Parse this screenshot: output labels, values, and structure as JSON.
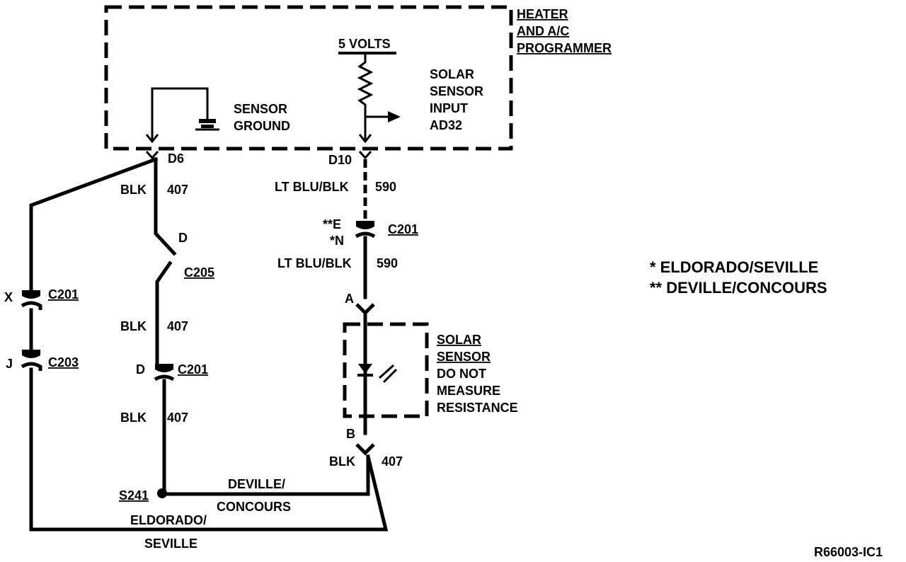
{
  "programmer": {
    "title_line1": "HEATER",
    "title_line2": "AND A/C",
    "title_line3": "PROGRAMMER",
    "supply": "5 VOLTS",
    "sensor_ground_line1": "SENSOR",
    "sensor_ground_line2": "GROUND",
    "input_line1": "SOLAR",
    "input_line2": "SENSOR",
    "input_line3": "INPUT",
    "input_line4": "AD32"
  },
  "pins": {
    "d6": "D6",
    "d10": "D10"
  },
  "wires": {
    "blk_color": "BLK",
    "blk_circuit": "407",
    "ltblu_color": "LT BLU/BLK",
    "ltblu_circuit": "590"
  },
  "connectors": {
    "c201": "C201",
    "c203": "C203",
    "c205": "C205",
    "pin_x": "X",
    "pin_j": "J",
    "pin_d_top": "D",
    "pin_d_c201": "D",
    "pin_e": "**E",
    "pin_n": "*N",
    "pin_a": "A",
    "pin_b": "B"
  },
  "solar_sensor": {
    "line1": "SOLAR",
    "line2": "SENSOR",
    "line3": "DO NOT",
    "line4": "MEASURE",
    "line5": "RESISTANCE"
  },
  "splice": {
    "label": "S241",
    "deville_line1": "DEVILLE/",
    "deville_line2": "CONCOURS",
    "eldorado_line1": "ELDORADO/",
    "eldorado_line2": "SEVILLE"
  },
  "legend": {
    "single_star": "* ELDORADO/SEVILLE",
    "double_star": "** DEVILLE/CONCOURS"
  },
  "figure_id": "R66003-IC1"
}
